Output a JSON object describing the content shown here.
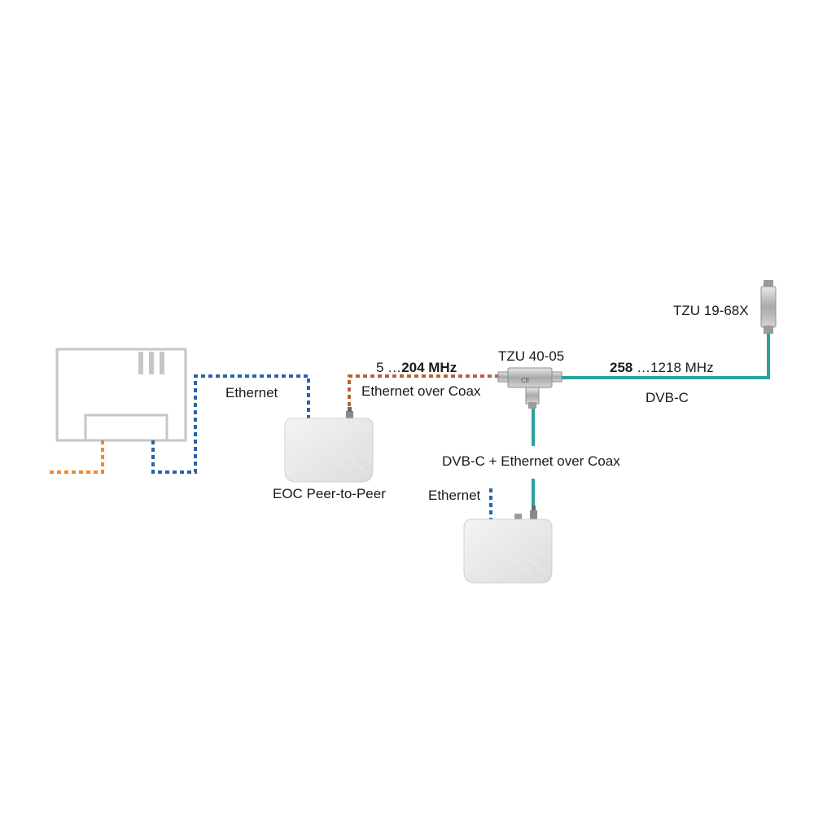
{
  "labels": {
    "ethernet_left": "Ethernet",
    "eoc_device": "EOC Peer-to-Peer",
    "freq_low_num": "5 …",
    "freq_low_strong": "204 MHz",
    "eoc_link": "Ethernet over Coax",
    "splitter": "TZU 40-05",
    "freq_high_strong": "258",
    "freq_high_rest": " …1218 MHz",
    "dvbc": "DVB-C",
    "combined_link": "DVB-C + Ethernet over Coax",
    "ethernet_bottom": "Ethernet",
    "filter": "TZU 19-68X"
  },
  "colors": {
    "ethernet_line": "#2a64a8",
    "eoc_line": "#b5643a",
    "dvbc_line": "#27a39b",
    "orange_line": "#ef8a2c",
    "router_outline": "#c6c6c6"
  },
  "icons": {
    "router": "router-outline-icon",
    "eoc_device": "eoc-adapter-icon",
    "splitter": "splitter-tzu-icon",
    "filter": "filter-tzu-icon"
  }
}
